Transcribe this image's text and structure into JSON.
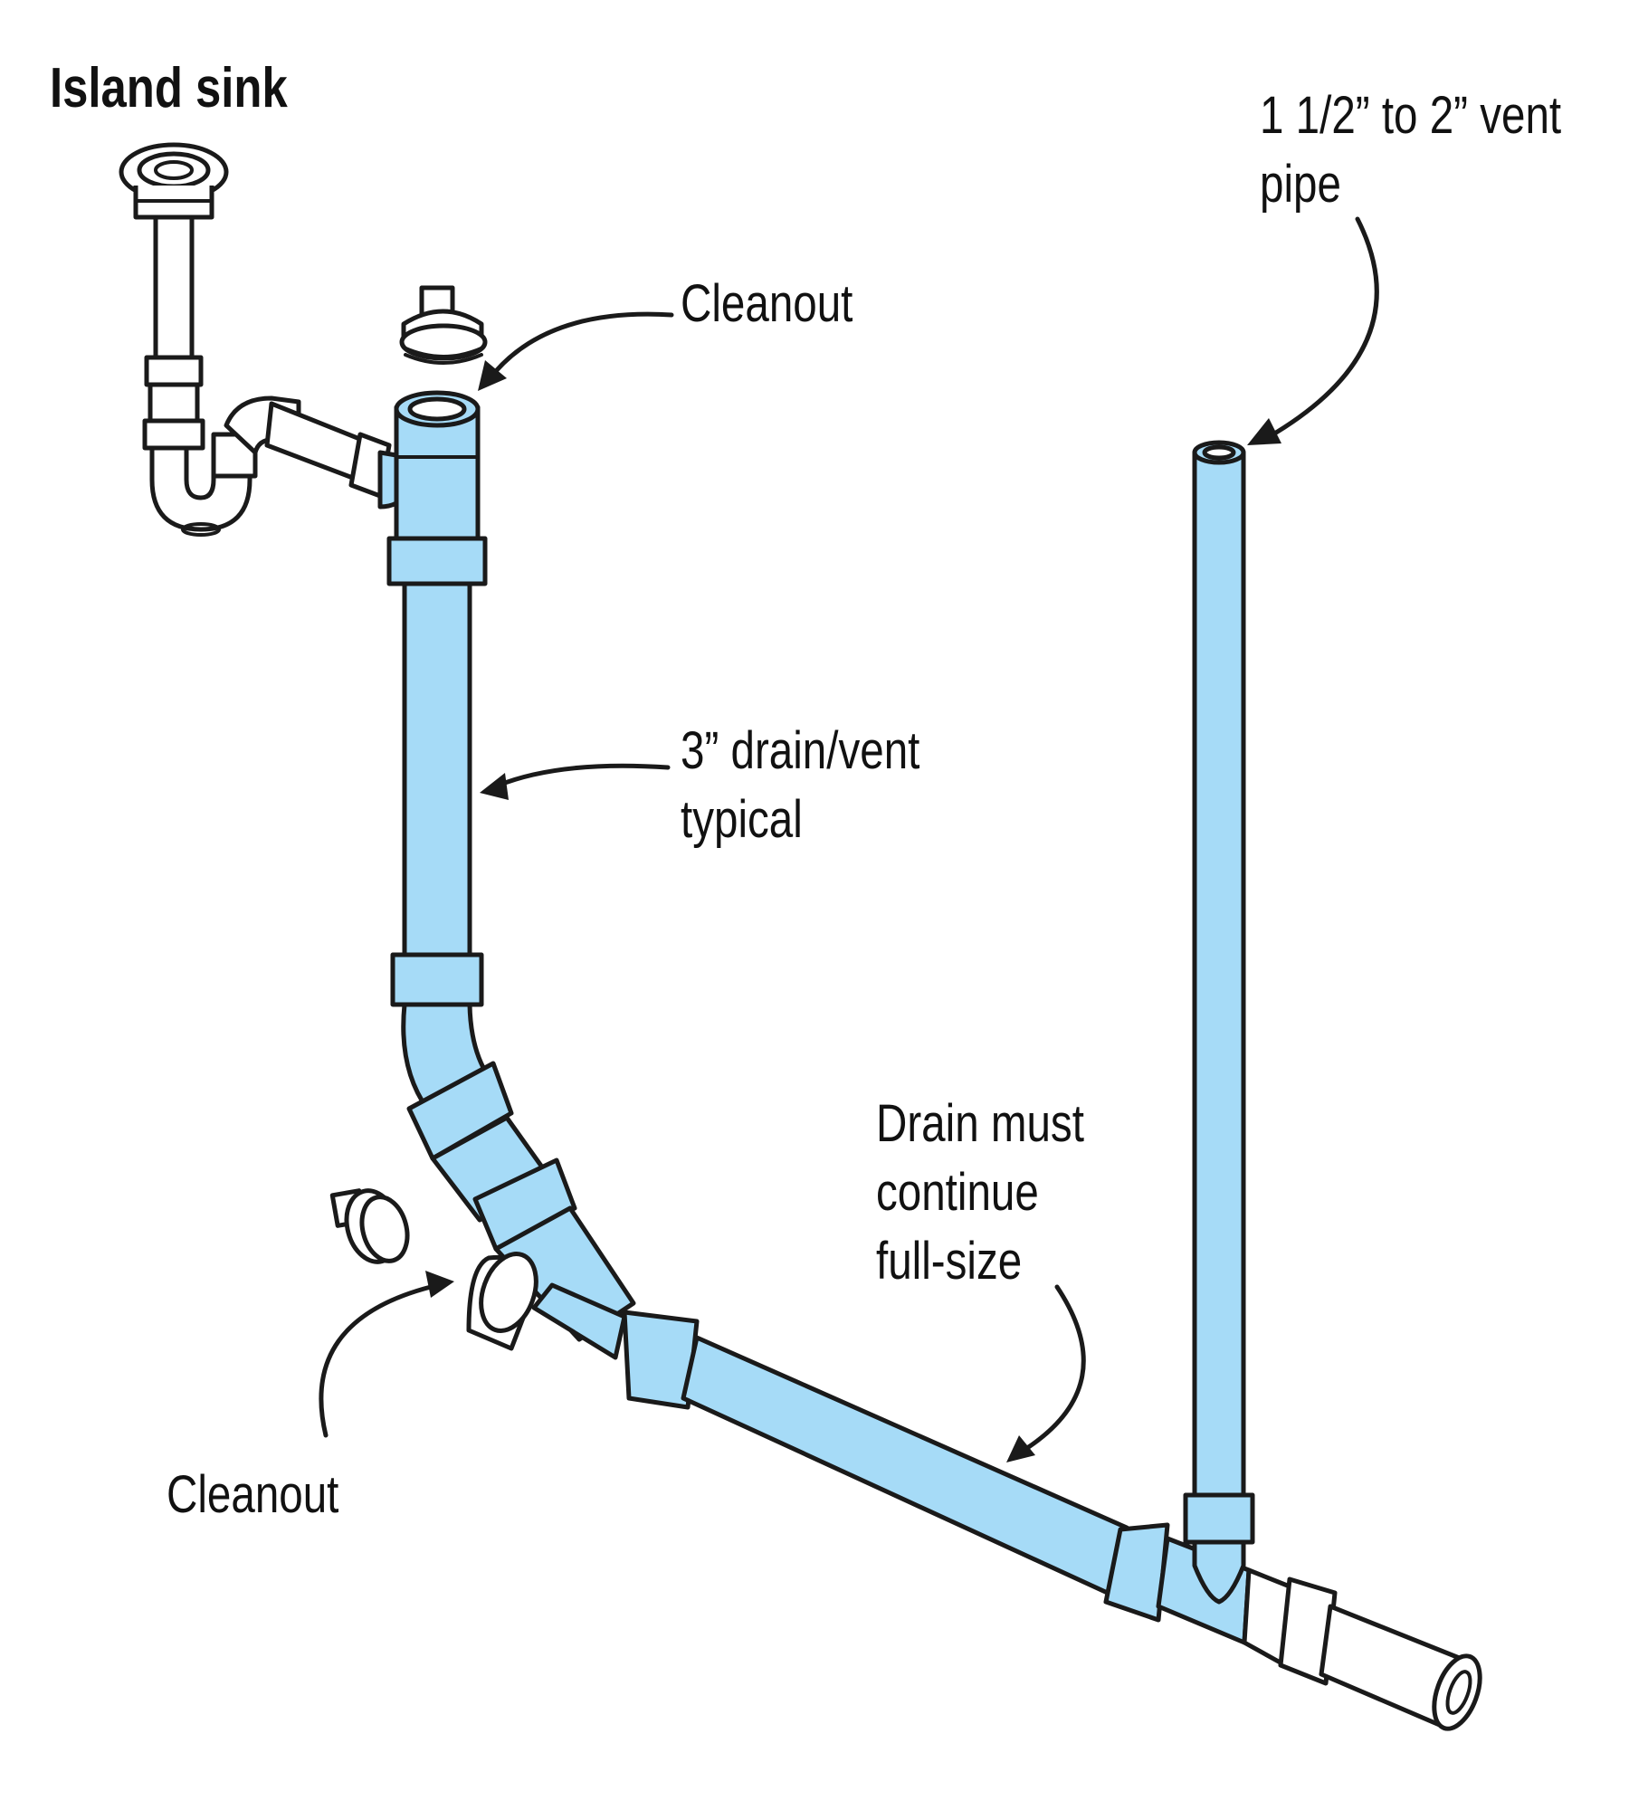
{
  "title": "Island sink",
  "labels": {
    "cleanout_top": "Cleanout",
    "vent_pipe": [
      "1 1/2” to 2” vent",
      "pipe"
    ],
    "drain_vent": [
      "3” drain/vent",
      "typical"
    ],
    "drain_must": [
      "Drain must",
      "continue",
      "full-size"
    ],
    "cleanout_bottom": "Cleanout"
  },
  "colors": {
    "pipe_fill": "#a6dbf7",
    "outline": "#1a1a1a",
    "background": "#ffffff"
  }
}
